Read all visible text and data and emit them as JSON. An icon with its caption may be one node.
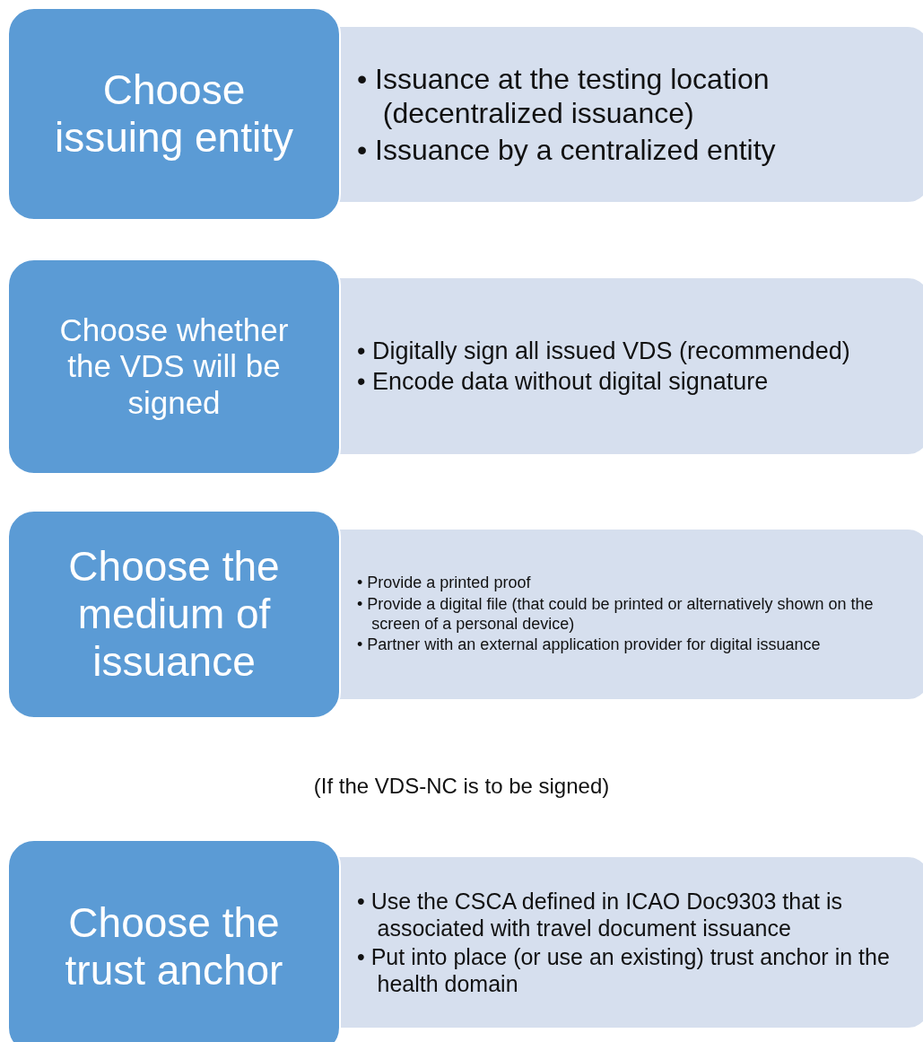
{
  "diagram": {
    "nodes": [
      {
        "text": [
          "Choose issuing entity"
        ]
      },
      {
        "text": [
          "• Issuance at the testing location (decentralized issuance)",
          "• Issuance by a centralized entity"
        ]
      },
      {
        "text": [
          "Choose whether the VDS will be signed"
        ]
      },
      {
        "text": [
          "• Digitally sign all issued VDS (recommended)",
          "• Encode data without digital signature"
        ]
      },
      {
        "text": [
          "Choose the medium of issuance"
        ]
      },
      {
        "text": [
          "• Provide a printed proof",
          "• Provide a digital file (that could be printed or alternatively shown on the screen of a personal device)",
          "• Partner with an external application provider for digital issuance"
        ]
      },
      {
        "text": [
          "Choose the trust anchor"
        ]
      },
      {
        "text": [
          "• Use the CSCA defined in ICAO Doc9303 that is associated with travel document issuance",
          "• Put into place (or use an existing) trust anchor in the health domain"
        ]
      }
    ],
    "edges": [],
    "labels": [
      "(If the VDS-NC is to be signed)"
    ]
  }
}
